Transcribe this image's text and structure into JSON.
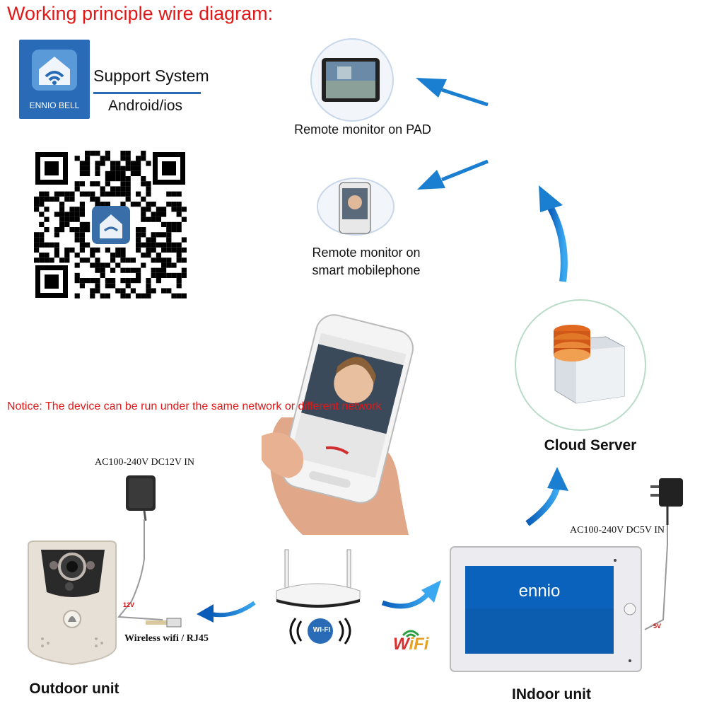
{
  "title": "Working principle wire diagram:",
  "app": {
    "tile_label": "ENNIO BELL",
    "support_line1": "Support System",
    "support_line2": "Android/ios"
  },
  "labels": {
    "remote_pad": "Remote monitor on PAD",
    "remote_phone_line1": "Remote monitor on",
    "remote_phone_line2": "smart mobilephone",
    "cloud_server": "Cloud Server",
    "notice": "Notice: The device can be run under the same network or different network",
    "outdoor_power": "AC100-240V DC12V  IN",
    "indoor_power": "AC100-240V DC5V  IN",
    "outdoor_voltage": "12V",
    "indoor_voltage": "5V",
    "wireless": "Wireless wifi / RJ45",
    "router_badge": "WI-FI",
    "wifi_word_w": "W",
    "wifi_word_rest": "iFi",
    "outdoor_unit": "Outdoor unit",
    "indoor_unit": "INdoor unit",
    "indoor_brand": "ennio"
  },
  "colors": {
    "title_red": "#e01818",
    "arrow_blue": "#1a7fd0",
    "app_blue": "#2a6bb8"
  }
}
